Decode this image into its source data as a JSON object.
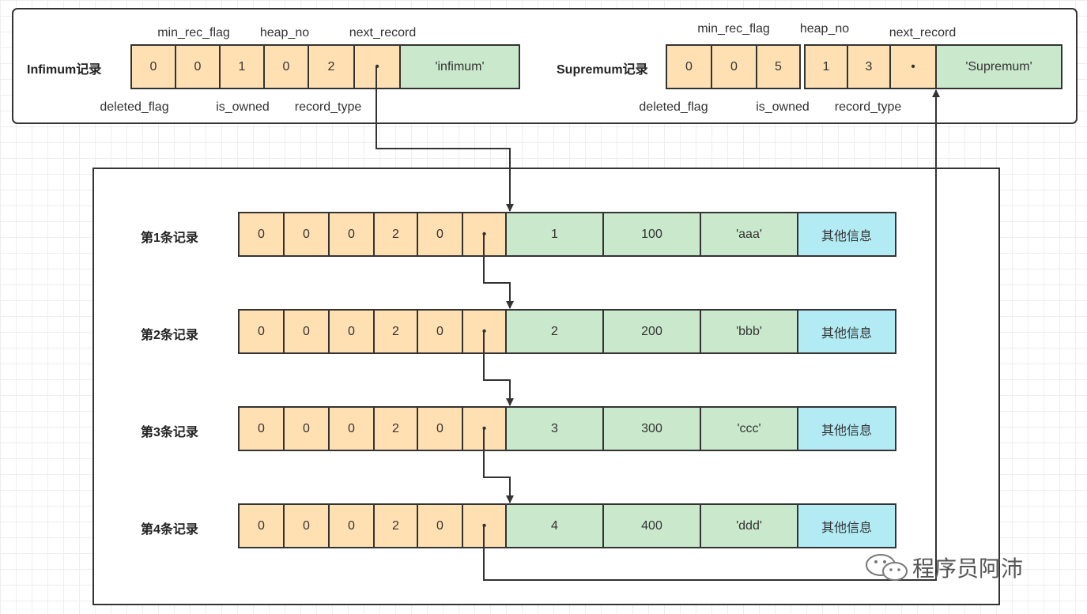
{
  "infimum": {
    "title": "Infimum记录",
    "header_cells": [
      "0",
      "0",
      "1",
      "0",
      "2",
      "•"
    ],
    "data_cells": [
      "'infimum'"
    ],
    "top_labels": [
      "min_rec_flag",
      "heap_no",
      "next_record"
    ],
    "bottom_labels": [
      "deleted_flag",
      "is_owned",
      "record_type"
    ]
  },
  "supremum": {
    "title": "Supremum记录",
    "header_cells": [
      "0",
      "0",
      "5",
      "1",
      "3",
      "•"
    ],
    "data_cells": [
      "'Supremum'"
    ],
    "top_labels": [
      "min_rec_flag",
      "heap_no",
      "next_record"
    ],
    "bottom_labels": [
      "deleted_flag",
      "is_owned",
      "record_type"
    ]
  },
  "records": [
    {
      "title": "第1条记录",
      "header_cells": [
        "0",
        "0",
        "0",
        "2",
        "0",
        "•"
      ],
      "data_cells": [
        "1",
        "100",
        "'aaa'"
      ],
      "extra": "其他信息"
    },
    {
      "title": "第2条记录",
      "header_cells": [
        "0",
        "0",
        "0",
        "2",
        "0",
        "•"
      ],
      "data_cells": [
        "2",
        "200",
        "'bbb'"
      ],
      "extra": "其他信息"
    },
    {
      "title": "第3条记录",
      "header_cells": [
        "0",
        "0",
        "0",
        "2",
        "0",
        "•"
      ],
      "data_cells": [
        "3",
        "300",
        "'ccc'"
      ],
      "extra": "其他信息"
    },
    {
      "title": "第4条记录",
      "header_cells": [
        "0",
        "0",
        "0",
        "2",
        "0",
        "•"
      ],
      "data_cells": [
        "4",
        "400",
        "'ddd'"
      ],
      "extra": "其他信息"
    }
  ],
  "watermark": {
    "text": "程序员阿沛",
    "icon": "wechat-icon"
  },
  "colors": {
    "header": "#ffe0b3",
    "data": "#c9e8cc",
    "extra": "#b3ebf4",
    "line": "#333333"
  }
}
